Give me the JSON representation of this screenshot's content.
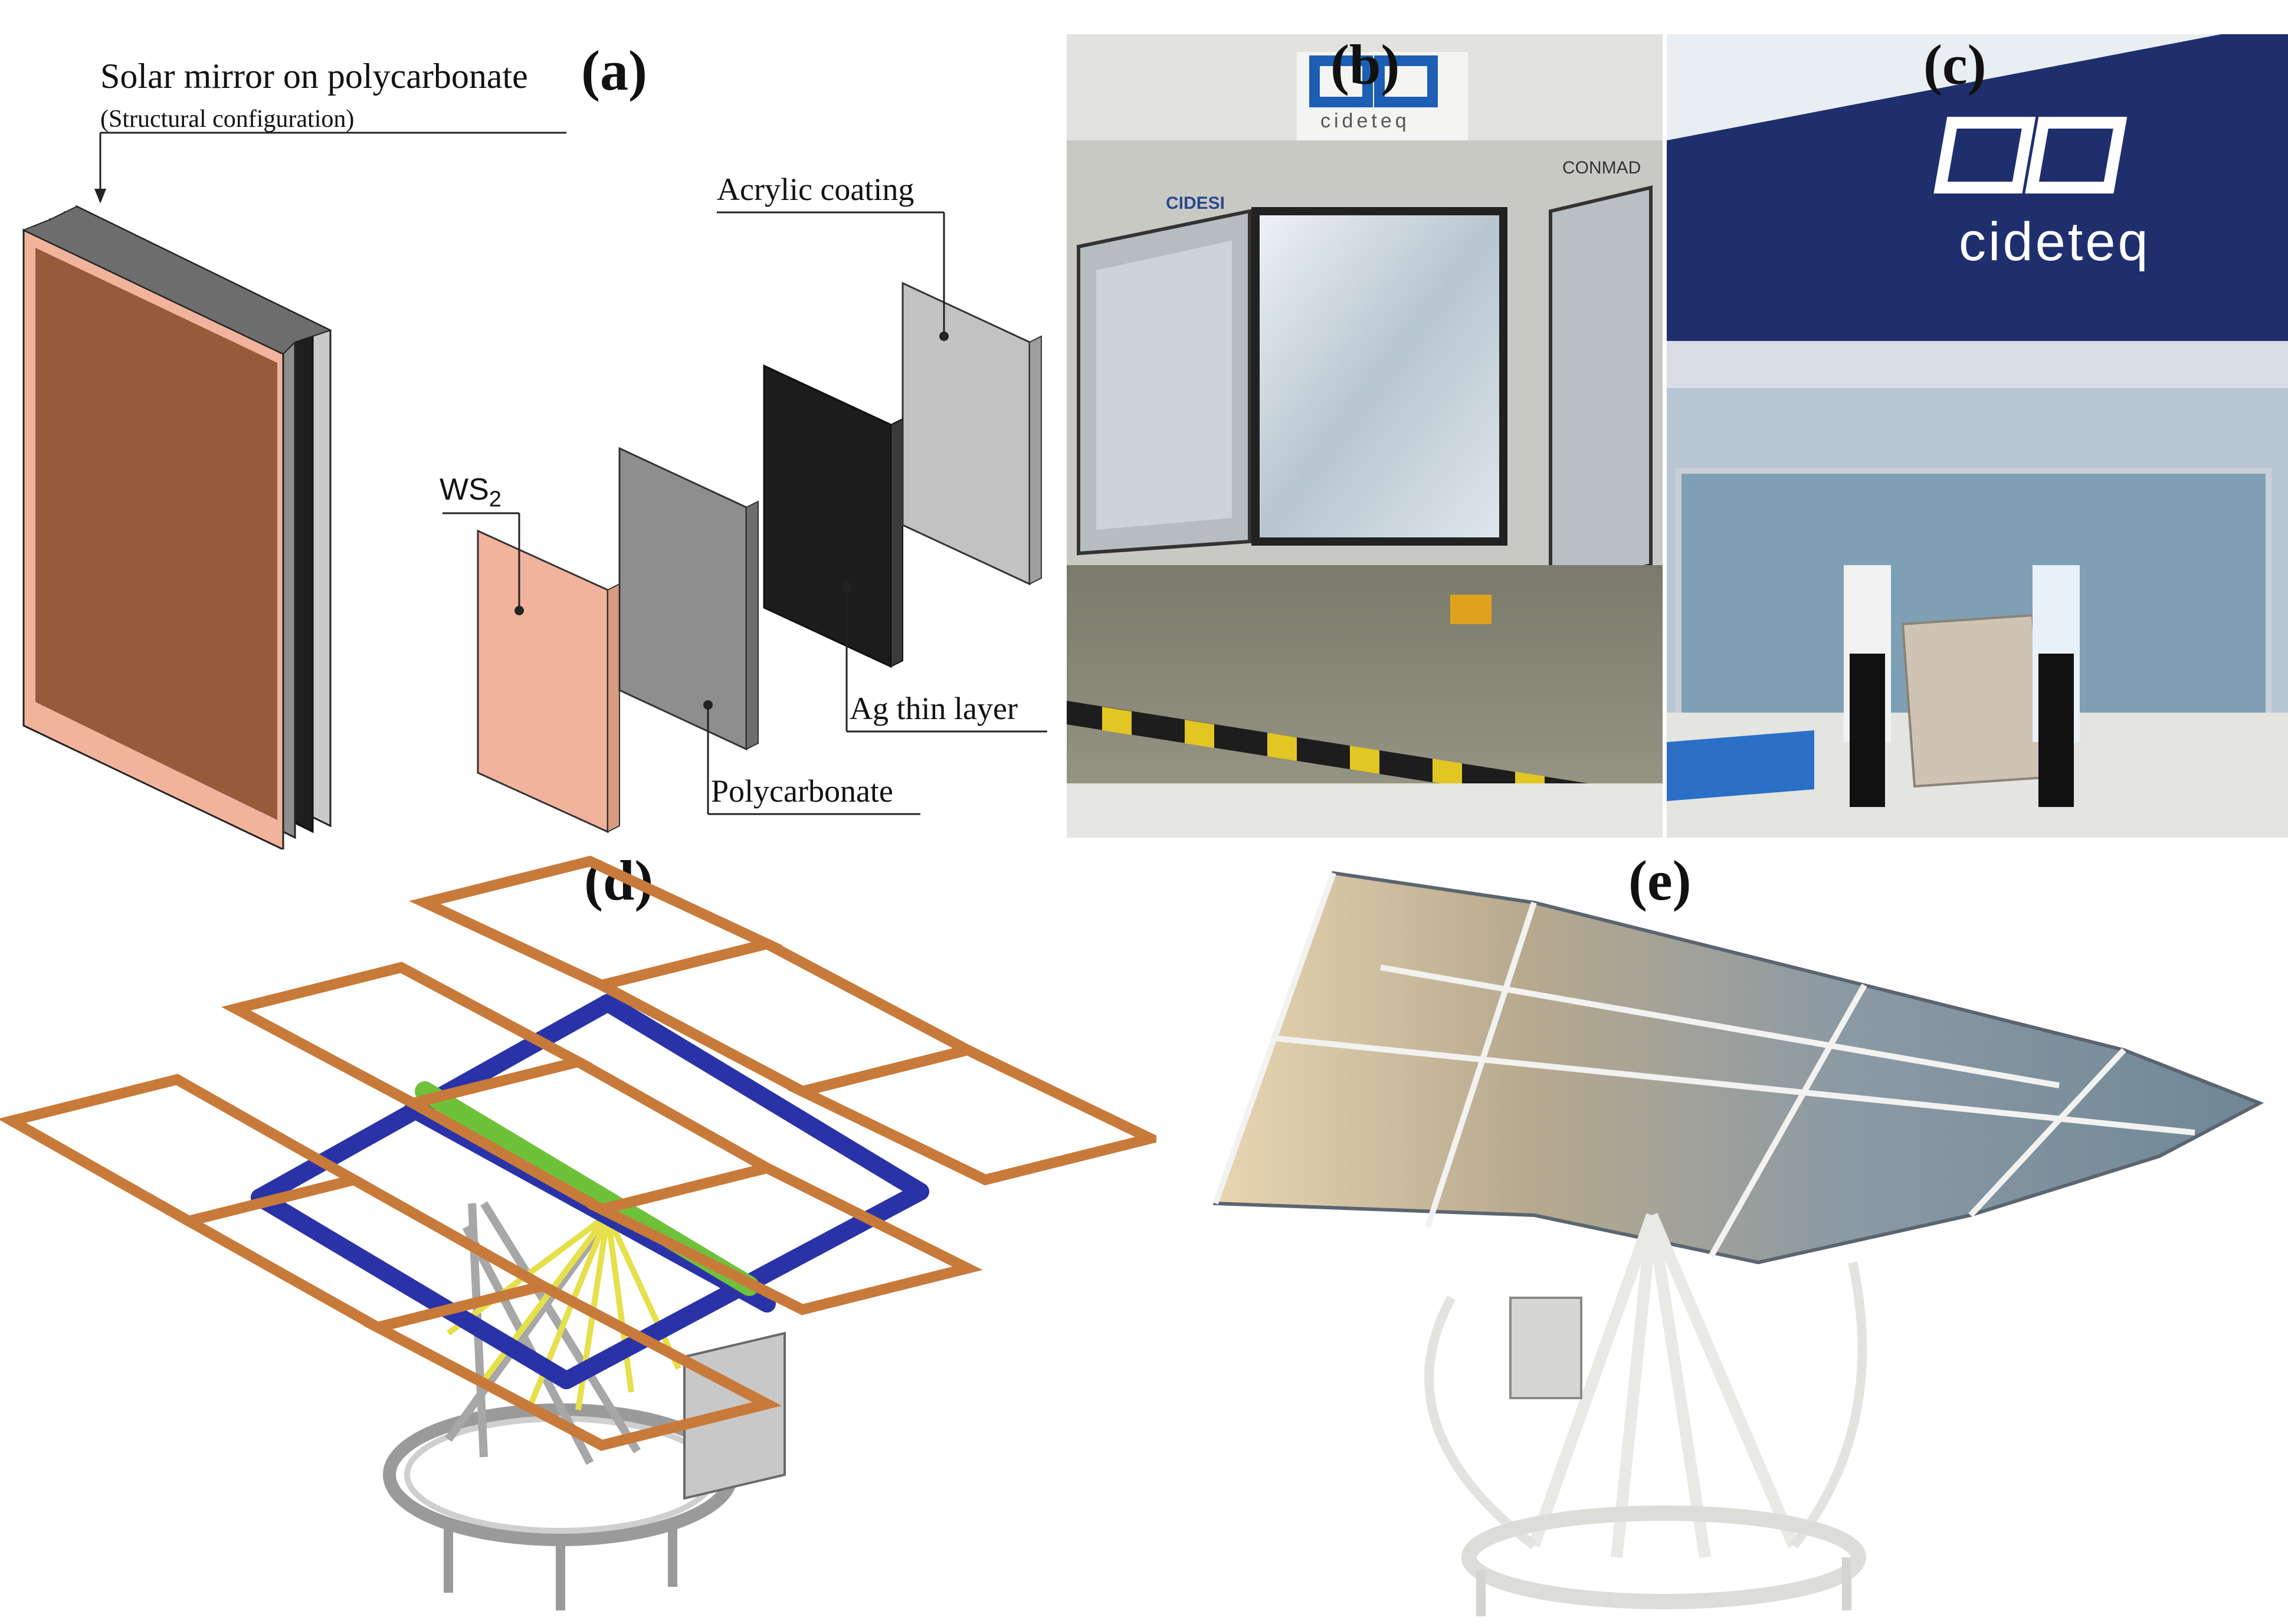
{
  "panel_a": {
    "label": "(a)",
    "title": "Solar mirror on polycarbonate",
    "subtitle": "(Structural configuration)",
    "layers": {
      "ws2": "WS",
      "ws2_sub": "2",
      "polycarbonate": "Polycarbonate",
      "ag": "Ag thin layer",
      "acrylic": "Acrylic coating"
    },
    "colors": {
      "ws2": "#f2b39c",
      "polycarbonate": "#8e8e8e",
      "ag": "#1c1c1c",
      "acrylic": "#c2c2c2"
    }
  },
  "panel_b": {
    "label": "(b)",
    "logo_text": "cideteq",
    "sign_left": "CIDESI",
    "sign_right": "CONMAD"
  },
  "panel_c": {
    "label": "(c)",
    "logo_text": "cideteq"
  },
  "panel_d": {
    "label": "(d)",
    "colors": {
      "frame": "#c87a3a",
      "beam": "#2a32a8",
      "axle": "#6ec23a",
      "support": "#e6e04a"
    }
  },
  "panel_e": {
    "label": "(e)"
  }
}
